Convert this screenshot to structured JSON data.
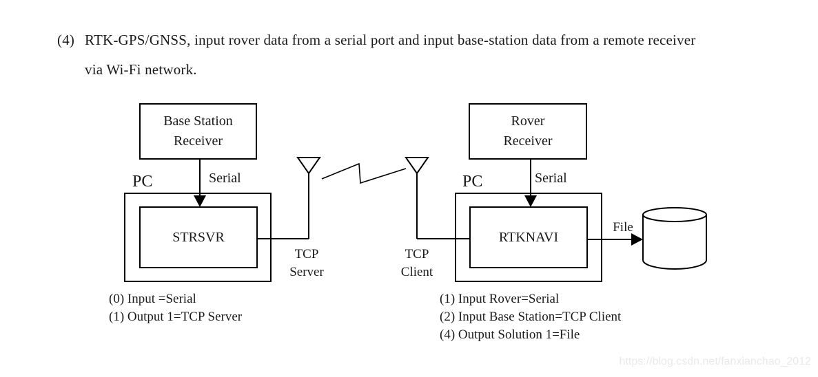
{
  "colors": {
    "ink": "#000000",
    "text": "#1a1a1a",
    "background": "#ffffff",
    "watermark": "#e9e9e9"
  },
  "heading": {
    "number": "(4)",
    "line1": "RTK-GPS/GNSS, input rover data from a serial port and input base-station data from a remote receiver",
    "line2": "via Wi-Fi network."
  },
  "diagram": {
    "base_station": {
      "line1": "Base Station",
      "line2": "Receiver"
    },
    "rover": {
      "line1": "Rover",
      "line2": "Receiver"
    },
    "pc_left": "PC",
    "pc_right": "PC",
    "serial_left": "Serial",
    "serial_right": "Serial",
    "strsvr": "STRSVR",
    "rtknavi": "RTKNAVI",
    "tcp_server": {
      "line1": "TCP",
      "line2": "Server"
    },
    "tcp_client": {
      "line1": "TCP",
      "line2": "Client"
    },
    "file": "File"
  },
  "captions": {
    "strsvr": [
      "(0) Input =Serial",
      "(1) Output 1=TCP Server"
    ],
    "rtknavi": [
      "(1) Input Rover=Serial",
      "(2) Input Base Station=TCP Client",
      "(4) Output Solution 1=File"
    ]
  },
  "watermark": "https://blog.csdn.net/fanxianchao_2012"
}
